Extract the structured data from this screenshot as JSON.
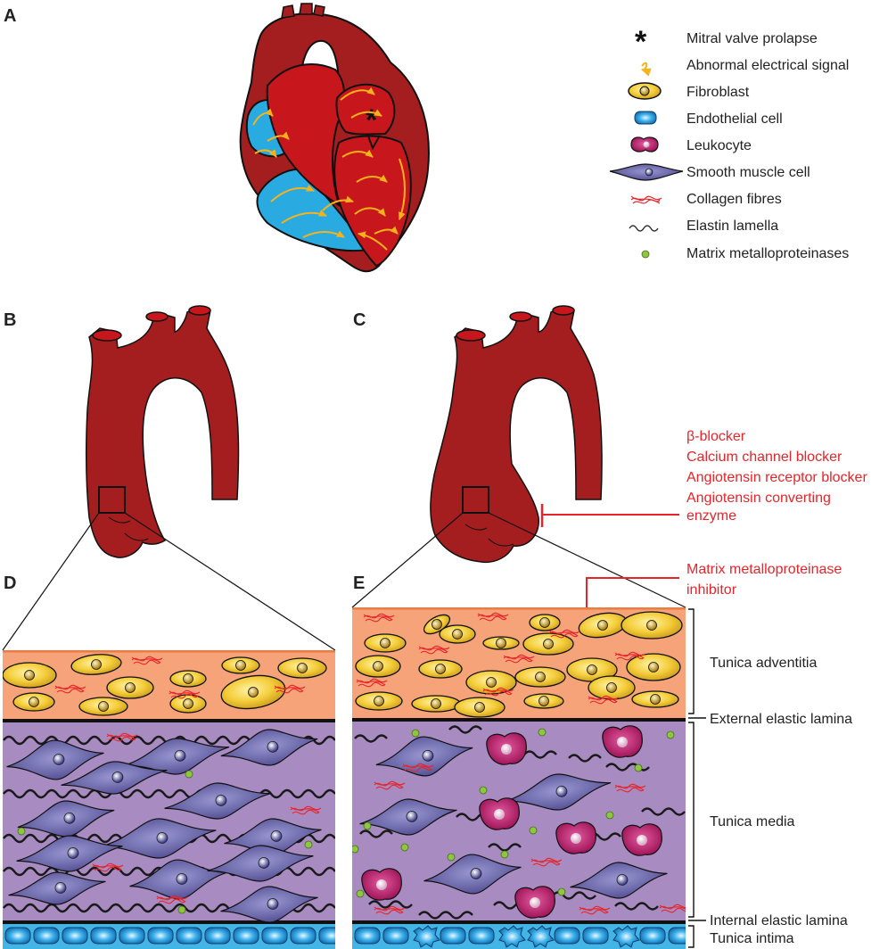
{
  "panels": [
    "A",
    "B",
    "C",
    "D",
    "E"
  ],
  "legend": [
    {
      "icon": "asterisk-icon",
      "label": "Mitral valve prolapse"
    },
    {
      "icon": "electrical-signal-arrow-icon",
      "label": "Abnormal electrical signal"
    },
    {
      "icon": "fibroblast-icon",
      "label": "Fibroblast"
    },
    {
      "icon": "endothelial-cell-icon",
      "label": "Endothelial cell"
    },
    {
      "icon": "leukocyte-icon",
      "label": "Leukocyte"
    },
    {
      "icon": "smooth-muscle-cell-icon",
      "label": "Smooth muscle cell"
    },
    {
      "icon": "collagen-fibres-icon",
      "label": "Collagen fibres"
    },
    {
      "icon": "elastin-lamella-icon",
      "label": "Elastin lamella"
    },
    {
      "icon": "mmp-dot-icon",
      "label": "Matrix metalloproteinases"
    }
  ],
  "drugs_aneurysm": [
    "β-blocker",
    "Calcium channel blocker",
    "Angiotensin receptor blocker",
    "Angiotensin converting",
    "enzyme"
  ],
  "drugs_mmp": [
    "Matrix metalloproteinase",
    "inhibitor"
  ],
  "layers": {
    "adventitia": "Tunica adventitia",
    "external_lamina": "External elastic lamina",
    "media": "Tunica media",
    "internal_lamina": "Internal elastic lamina",
    "intima": "Tunica intima"
  },
  "colors": {
    "tissue": "#a41e1f",
    "chamber_red": "#c8161d",
    "atrium_blue": "#29abe2",
    "arrow": "#f6b21b",
    "adventitia": "#f6a37a",
    "media": "#a78bc1",
    "intima": "#43b4e6",
    "fibroblast": "#f1c232",
    "smc": "#6f6aa9",
    "leukocyte": "#c2186b",
    "collagen": "#e8242a",
    "mmp": "#8dc63f",
    "drug_text": "#e8242a"
  }
}
